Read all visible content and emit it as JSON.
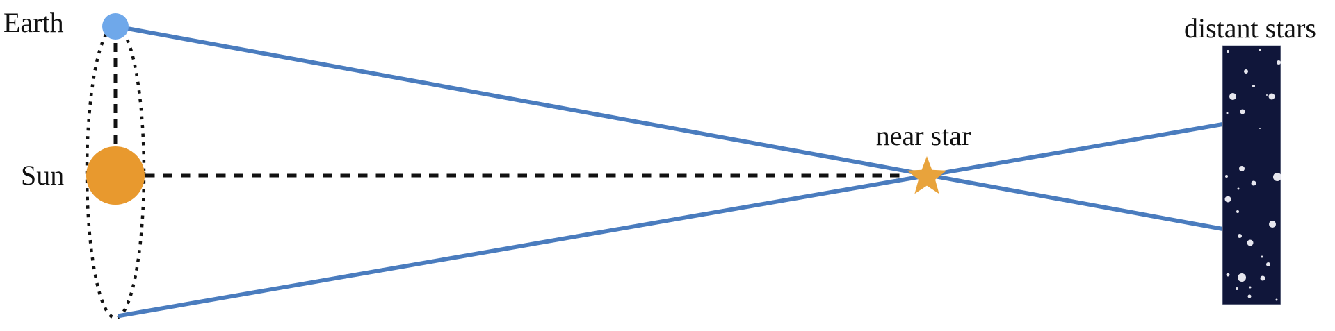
{
  "diagram": {
    "title": "stellar parallax diagram",
    "labels": {
      "earth": "Earth",
      "sun": "Sun",
      "near_star": "near star",
      "distant_stars": "distant stars"
    }
  },
  "colors": {
    "background": "#ffffff",
    "earth": "#6FA8EA",
    "sun": "#E8992E",
    "near_star": "#E8A33C",
    "sight_line": "#4A7CBE",
    "dashed_line": "#111111",
    "star_panel": "#10163A",
    "star_dot": "#E6E6EE"
  },
  "distant_stars": {
    "dots": [
      [
        1766,
        74,
        2
      ],
      [
        1812,
        72,
        1.5
      ],
      [
        1839,
        90,
        3
      ],
      [
        1792,
        103,
        3
      ],
      [
        1803,
        124,
        2
      ],
      [
        1773,
        139,
        5
      ],
      [
        1829,
        139,
        4.5
      ],
      [
        1787,
        161,
        3.5
      ],
      [
        1765,
        163,
        1.5
      ],
      [
        1812,
        185,
        1
      ],
      [
        1822,
        137,
        1
      ],
      [
        1786,
        243,
        4
      ],
      [
        1837,
        255,
        6
      ],
      [
        1803,
        264,
        3.5
      ],
      [
        1764,
        254,
        2
      ],
      [
        1781,
        272,
        1.5
      ],
      [
        1766,
        287,
        4.5
      ],
      [
        1780,
        305,
        2
      ],
      [
        1830,
        323,
        5
      ],
      [
        1783,
        340,
        3
      ],
      [
        1798,
        350,
        4.5
      ],
      [
        1815,
        370,
        1.5
      ],
      [
        1824,
        381,
        3
      ],
      [
        1766,
        396,
        2.5
      ],
      [
        1786,
        400,
        6
      ],
      [
        1816,
        401,
        3.5
      ],
      [
        1798,
        414,
        1.5
      ],
      [
        1779,
        416,
        2
      ],
      [
        1797,
        427,
        2.5
      ],
      [
        1836,
        432,
        1.5
      ]
    ]
  }
}
